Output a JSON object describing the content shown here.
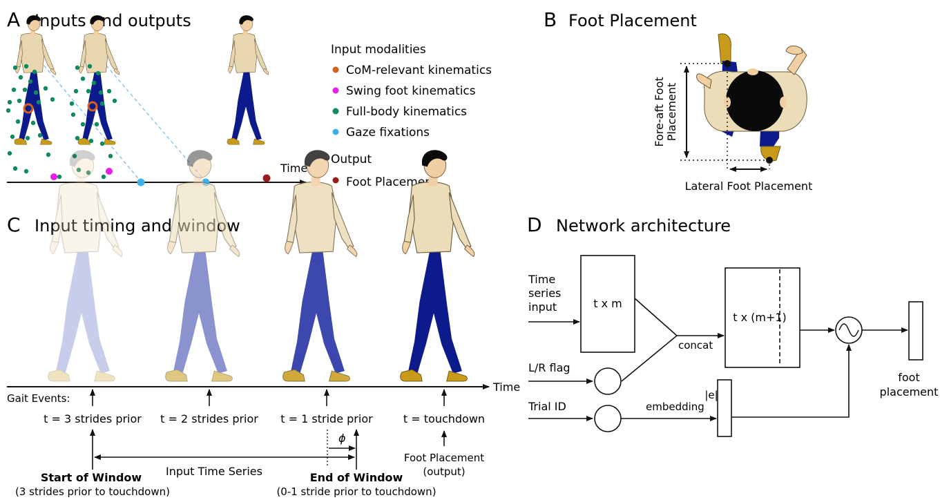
{
  "panelA": {
    "letter": "A",
    "title": "Inputs and outputs",
    "time_label": "Time",
    "legend_heading_inputs": "Input modalities",
    "legend_inputs": [
      {
        "label": "CoM-relevant kinematics",
        "color": "#d2601a"
      },
      {
        "label": "Swing foot kinematics",
        "color": "#e61ee6"
      },
      {
        "label": "Full-body kinematics",
        "color": "#0f8a5f"
      },
      {
        "label": "Gaze fixations",
        "color": "#3fb0e8"
      }
    ],
    "legend_heading_output": "Output",
    "legend_output": {
      "label": "Foot Placement",
      "color": "#9b1c1c"
    }
  },
  "panelB": {
    "letter": "B",
    "title": "Foot Placement",
    "vertical_label_line1": "Fore-aft Foot",
    "vertical_label_line2": "Placement",
    "lateral_label": "Lateral Foot Placement"
  },
  "panelC": {
    "letter": "C",
    "title": "Input timing and window",
    "time_label": "Time",
    "gait_events_label": "Gait Events:",
    "events": [
      "t = 3 strides prior",
      "t = 2 strides prior",
      "t = 1 stride prior",
      "t = touchdown"
    ],
    "phi": "ϕ",
    "input_series_label": "Input Time Series",
    "start_window": "Start of Window",
    "start_window_sub": "(3 strides prior to touchdown)",
    "end_window": "End of Window",
    "end_window_sub": "(0-1 stride prior to touchdown)",
    "output_line1": "Foot Placement",
    "output_line2": "(output)"
  },
  "panelD": {
    "letter": "D",
    "title": "Network architecture",
    "input_line1": "Time",
    "input_line2": "series",
    "input_line3": "input",
    "box1": "t x m",
    "box2": "t x (m+1)",
    "concat": "concat",
    "lr_flag": "L/R flag",
    "trial_id": "Trial ID",
    "embedding": "embedding",
    "embed_dim": "|e|",
    "output_line1": "foot",
    "output_line2": "placement"
  },
  "colors": {
    "skin": "#f2cfa3",
    "shirt": "#ecdcb8",
    "pants": "#0d1a8c",
    "shoe": "#c89a1a",
    "hair": "#0a0a0a",
    "gaze_line": "#6fb8e8"
  }
}
